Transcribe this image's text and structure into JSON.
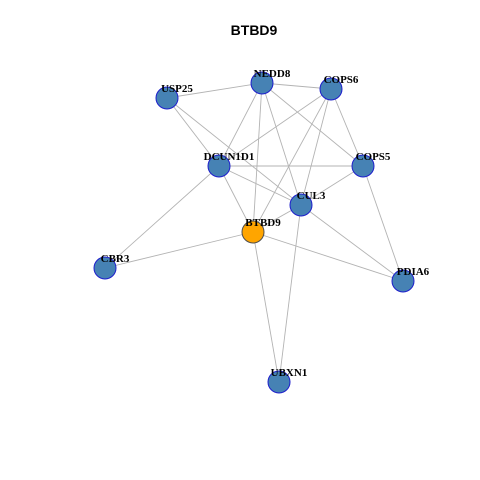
{
  "title": "BTBD9",
  "colors": {
    "node_default": "#4682B4",
    "node_default_border": "#1E1ECC",
    "node_focus": "#FFA500",
    "node_focus_border": "#4D4D4D",
    "edge": "#B3B3B3"
  },
  "focus_node": "BTBD9",
  "nodes": [
    {
      "id": "NEDD8",
      "label": "NEDD8"
    },
    {
      "id": "COPS6",
      "label": "COPS6"
    },
    {
      "id": "USP25",
      "label": "USP25"
    },
    {
      "id": "DCUN1D1",
      "label": "DCUN1D1"
    },
    {
      "id": "COPS5",
      "label": "COPS5"
    },
    {
      "id": "CUL3",
      "label": "CUL3"
    },
    {
      "id": "BTBD9",
      "label": "BTBD9"
    },
    {
      "id": "CBR3",
      "label": "CBR3"
    },
    {
      "id": "PDIA6",
      "label": "PDIA6"
    },
    {
      "id": "UBXN1",
      "label": "UBXN1"
    }
  ],
  "edges": [
    [
      "USP25",
      "NEDD8"
    ],
    [
      "USP25",
      "DCUN1D1"
    ],
    [
      "USP25",
      "CUL3"
    ],
    [
      "NEDD8",
      "COPS6"
    ],
    [
      "NEDD8",
      "DCUN1D1"
    ],
    [
      "NEDD8",
      "COPS5"
    ],
    [
      "NEDD8",
      "CUL3"
    ],
    [
      "NEDD8",
      "BTBD9"
    ],
    [
      "COPS6",
      "DCUN1D1"
    ],
    [
      "COPS6",
      "COPS5"
    ],
    [
      "COPS6",
      "CUL3"
    ],
    [
      "COPS6",
      "BTBD9"
    ],
    [
      "DCUN1D1",
      "COPS5"
    ],
    [
      "DCUN1D1",
      "CUL3"
    ],
    [
      "DCUN1D1",
      "BTBD9"
    ],
    [
      "DCUN1D1",
      "CBR3"
    ],
    [
      "COPS5",
      "CUL3"
    ],
    [
      "COPS5",
      "PDIA6"
    ],
    [
      "CUL3",
      "BTBD9"
    ],
    [
      "CUL3",
      "PDIA6"
    ],
    [
      "CUL3",
      "UBXN1"
    ],
    [
      "BTBD9",
      "CBR3"
    ],
    [
      "BTBD9",
      "PDIA6"
    ],
    [
      "BTBD9",
      "UBXN1"
    ]
  ]
}
